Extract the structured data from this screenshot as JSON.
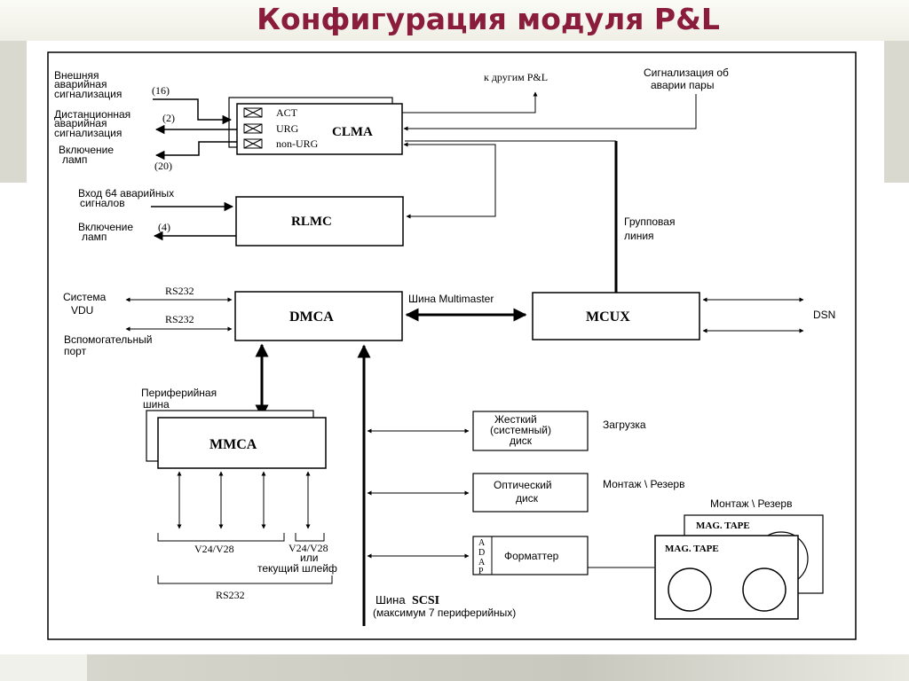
{
  "title": "Конфигурация модуля P&L",
  "blocks": {
    "clma": "CLMA",
    "clma_alarms": [
      "ACT",
      "URG",
      "non-URG"
    ],
    "rlmc": "RLMC",
    "dmca": "DMCA",
    "mcux": "MCUX",
    "mmca": "MMCA",
    "hard_disk": [
      "Жесткий",
      "(системный)",
      "диск"
    ],
    "optical_disk": [
      "Оптический",
      "диск"
    ],
    "adap": [
      "A",
      "D",
      "A",
      "P"
    ],
    "formatter": "Форматтер",
    "mag_tape_back": "MAG. TAPE",
    "mag_tape_front": "MAG. TAPE"
  },
  "labels": {
    "ext_alarm": [
      "Внешняя",
      "аварийная",
      "сигнализация"
    ],
    "ext_alarm_count": "(16)",
    "remote_alarm": [
      "Дистанционная",
      "аварийная",
      "сигнализация"
    ],
    "remote_alarm_count": "(2)",
    "lamp_on_1": [
      "Включение",
      "ламп"
    ],
    "lamp_on_1_count": "(20)",
    "to_other_pl": "к другим P&L",
    "pair_alarm": [
      "Сигнализация об",
      "аварии пары"
    ],
    "input_64": [
      "Вход 64 аварийных",
      "сигналов"
    ],
    "lamp_on_2": [
      "Включение",
      "ламп"
    ],
    "lamp_on_2_count": "(4)",
    "group_line": [
      "Групповая",
      "линия"
    ],
    "vdu_system": [
      "Система",
      "VDU"
    ],
    "rs232_1": "RS232",
    "rs232_2": "RS232",
    "aux_port": [
      "Вспомогательный",
      "порт"
    ],
    "multimaster_bus": "Шина  Multimaster",
    "dsn": "DSN",
    "peripheral_bus": [
      "Периферийная",
      "шина"
    ],
    "boot": "Загрузка",
    "mount_reserve_1": "Монтаж \\ Резерв",
    "mount_reserve_2": "Монтаж \\ Резерв",
    "v24_v28": "V24/V28",
    "v24_v28_or": [
      "V24/V28",
      "или",
      "текущий шлейф"
    ],
    "rs232_bottom": "RS232",
    "scsi_bus_prefix": "Шина",
    "scsi_bus_name": "SCSI",
    "scsi_max": "(максимум 7 периферийных)"
  }
}
